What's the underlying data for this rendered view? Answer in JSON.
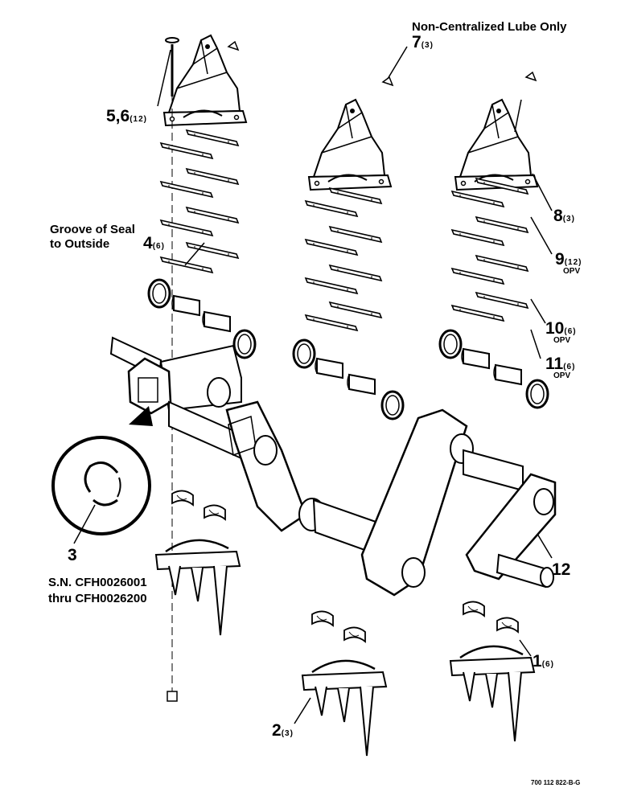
{
  "notes": {
    "top": "Non-Centralized Lube Only",
    "groove_line1": "Groove of Seal",
    "groove_line2": "to Outside",
    "sn_line1": "S.N. CFH0026001",
    "sn_line2": "thru CFH0026200"
  },
  "callouts": [
    {
      "num": "7",
      "qty": "(3)"
    },
    {
      "num": "5,6",
      "qty": "(12)"
    },
    {
      "num": "8",
      "qty": "(3)"
    },
    {
      "num": "4",
      "qty": "(6)"
    },
    {
      "num": "9",
      "qty": "(12)",
      "sub": "OPV"
    },
    {
      "num": "10",
      "qty": "(6)",
      "sub": "OPV"
    },
    {
      "num": "11",
      "qty": "(6)",
      "sub": "OPV"
    },
    {
      "num": "3",
      "qty": ""
    },
    {
      "num": "12",
      "qty": ""
    },
    {
      "num": "1",
      "qty": "(6)"
    },
    {
      "num": "2",
      "qty": "(3)"
    }
  ],
  "figure_number": "700 112 822-B-G"
}
